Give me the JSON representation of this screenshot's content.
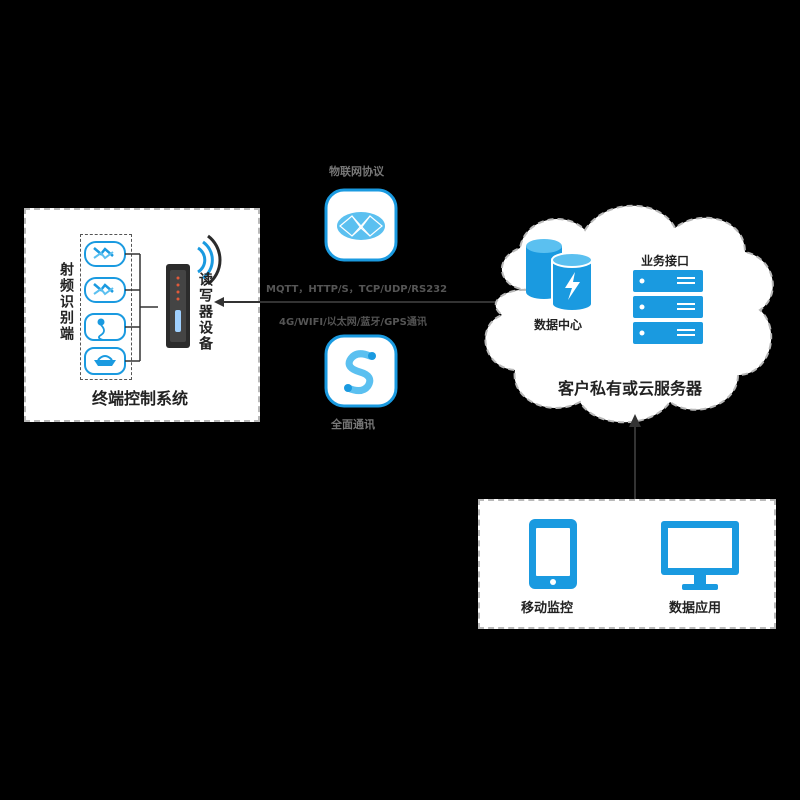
{
  "terminal": {
    "rfid_label": "射频识别端",
    "reader_label": "读写器设备",
    "system_label": "终端控制系统"
  },
  "protocol": {
    "top_label": "物联网协议",
    "line1": "MQTT，HTTP/S，TCP/UDP/RS232",
    "line2": "4G/WIFI/以太网/蓝牙/GPS通讯",
    "bottom_label": "全面通讯"
  },
  "cloud": {
    "data_center_label": "数据中心",
    "api_label": "业务接口",
    "title": "客户私有或云服务器"
  },
  "clients": {
    "mobile_label": "移动监控",
    "data_app_label": "数据应用"
  },
  "colors": {
    "accent": "#1a9ae0",
    "accent_light": "#5bc0f0",
    "dark": "#2b2b2b"
  }
}
